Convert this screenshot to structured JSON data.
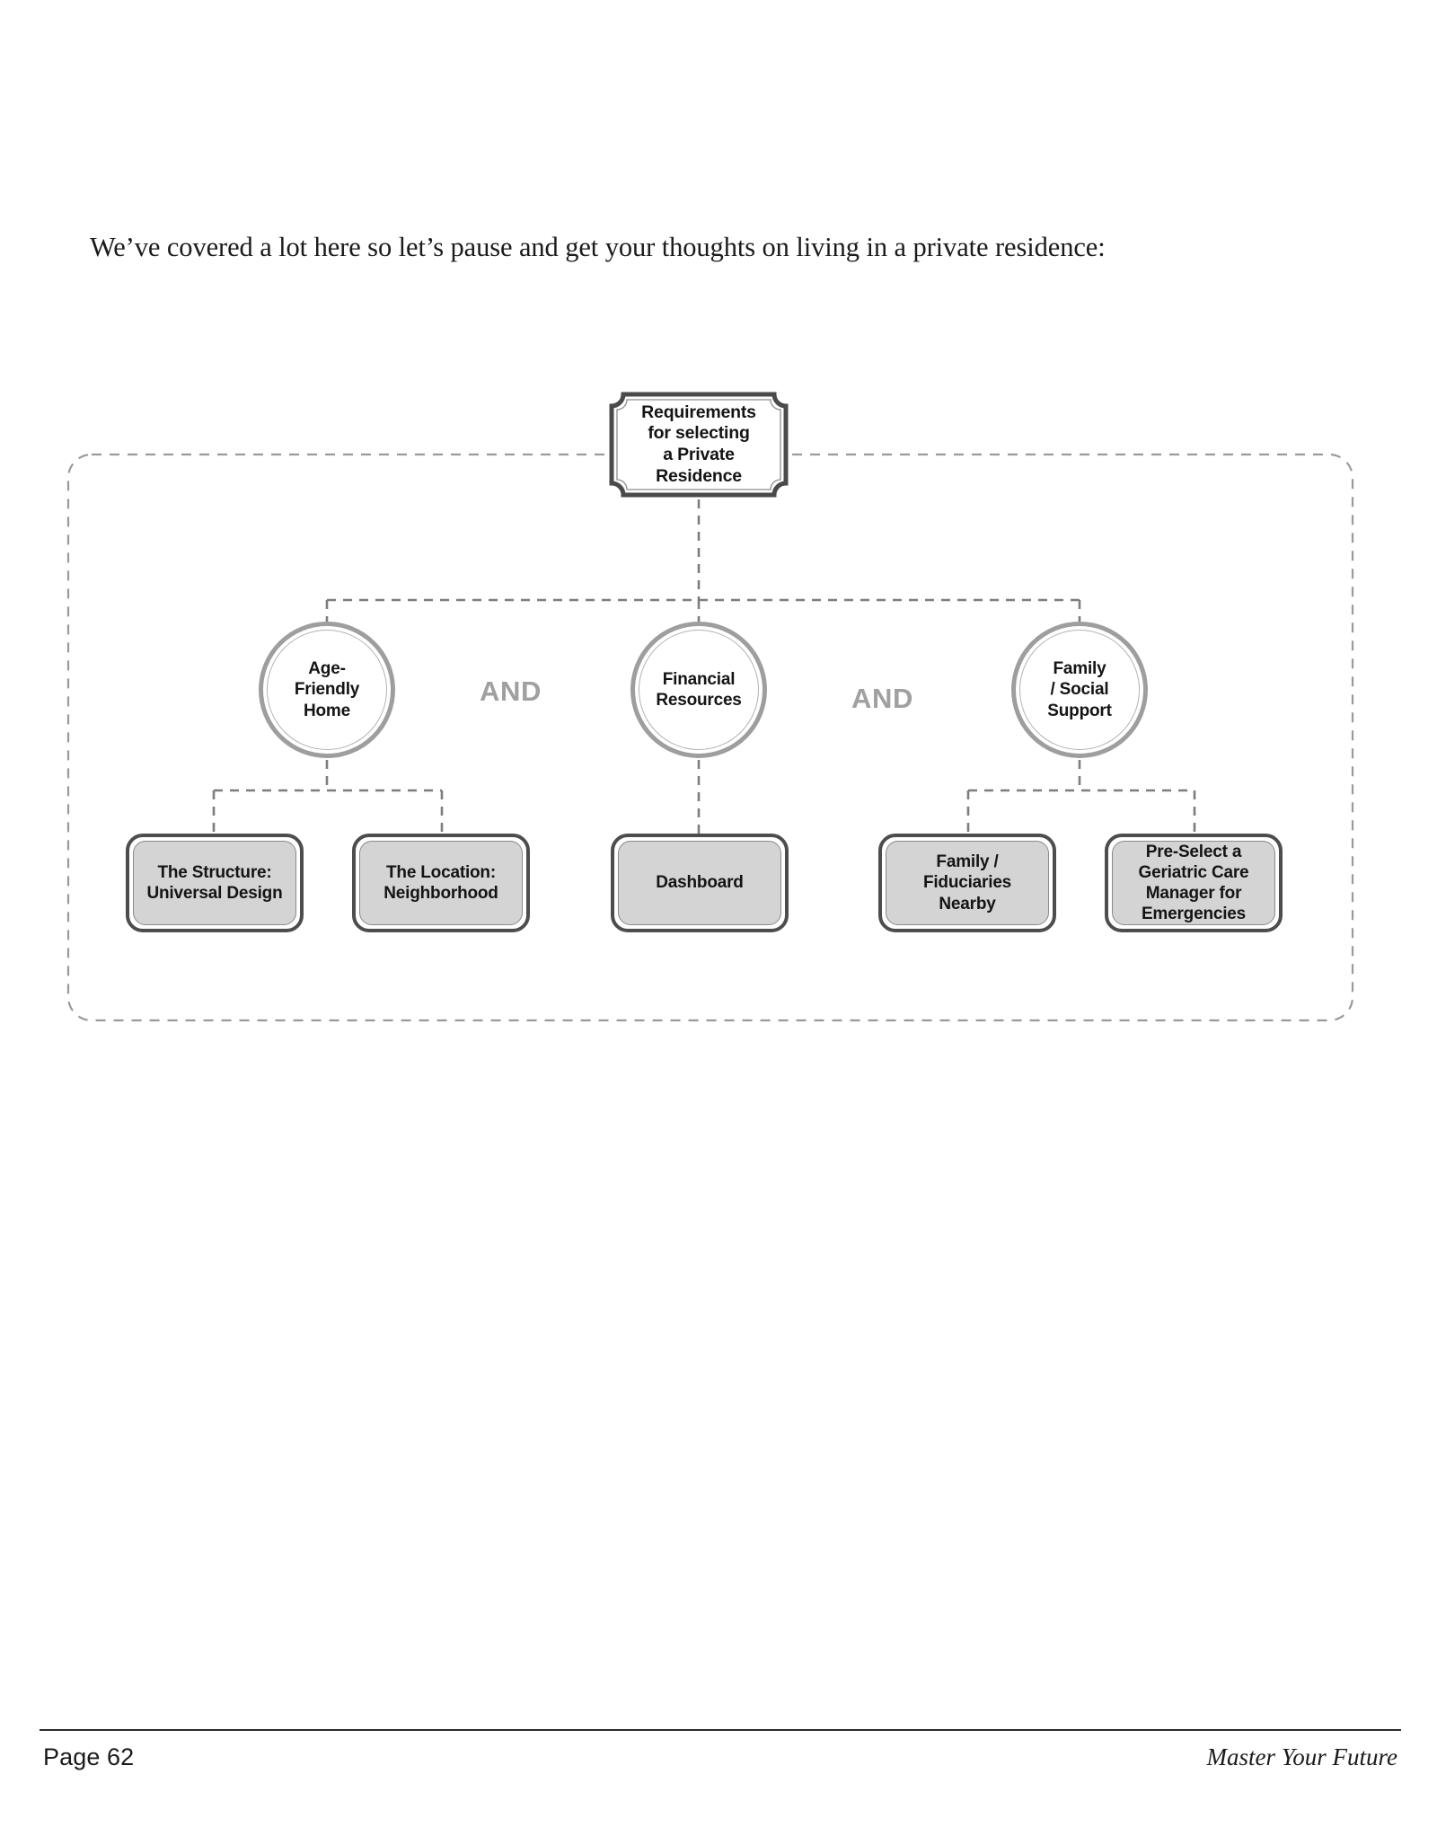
{
  "page": {
    "intro_text": "We’ve covered a lot here so let’s pause and get your thoughts on living in a private residence:",
    "footer_page_label": "Page 62",
    "footer_book_title": "Master Your Future"
  },
  "diagram": {
    "root": {
      "label_lines": [
        "Requirements",
        "for selecting",
        "a Private",
        "Residence"
      ],
      "shape": "plaque"
    },
    "connector_operators": [
      {
        "label": "AND"
      },
      {
        "label": "AND"
      }
    ],
    "branches": [
      {
        "circle_lines": [
          "Age-",
          "Friendly",
          "Home"
        ],
        "children": [
          {
            "lines": [
              "The Structure:",
              "Universal Design"
            ]
          },
          {
            "lines": [
              "The Location:",
              "Neighborhood"
            ]
          }
        ]
      },
      {
        "circle_lines": [
          "Financial",
          "Resources"
        ],
        "children": [
          {
            "lines": [
              "Dashboard"
            ]
          }
        ]
      },
      {
        "circle_lines": [
          "Family",
          "/ Social",
          "Support"
        ],
        "children": [
          {
            "lines": [
              "Family /",
              "Fiduciaries",
              "Nearby"
            ]
          },
          {
            "lines": [
              "Pre-Select a",
              "Geriatric Care",
              "Manager for",
              "Emergencies"
            ]
          }
        ]
      }
    ],
    "colors": {
      "dashed_connector": "#7d7d7d",
      "container_outline": "#9a9a9a",
      "circle_ring": "#9e9e9e",
      "box_border": "#4d4d4d",
      "box_fill": "#d4d4d4",
      "operator_text": "#a0a0a0",
      "node_text": "#141414"
    }
  }
}
